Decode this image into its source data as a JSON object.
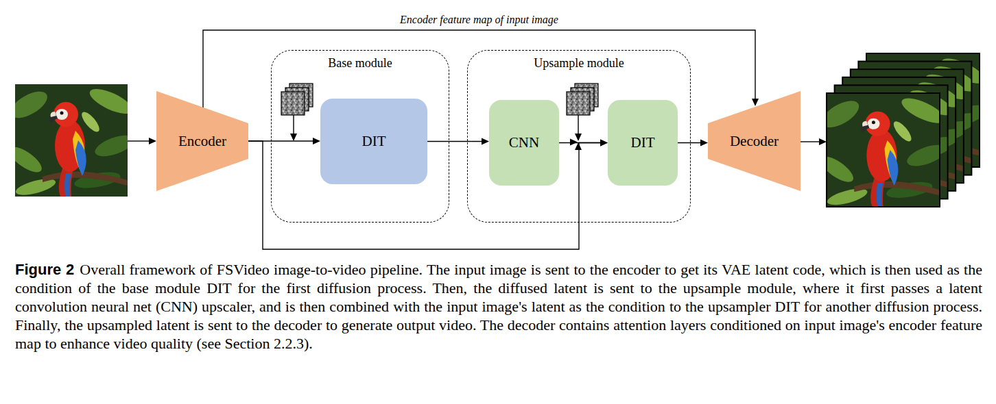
{
  "diagram": {
    "caption": "Overall framework of FSVideo image-to-video pipeline. The input image is sent to the encoder to get its VAE latent code, which is then used as the condition of the base module DIT for the first diffusion process. Then, the diffused latent is sent to the upsample module, where it first passes a latent convolution neural net (CNN) upscaler, and is then combined with the input image's latent as the condition to the upsampler DIT for another diffusion process. Finally, the upsampled latent is sent to the decoder to generate output video. The decoder contains attention layers conditioned on input image's encoder feature map to enhance video quality (see Section 2.2.3).",
    "nodes": [
      {
        "text": [
          "Encoder"
        ]
      },
      {
        "text": [
          "Base module"
        ]
      },
      {
        "text": [
          "DIT"
        ],
        "in": 1
      },
      {
        "text": [
          "Upsample module"
        ]
      },
      {
        "text": [
          "CNN"
        ],
        "in": 3
      },
      {
        "text": [
          "DIT"
        ],
        "in": 3
      },
      {
        "text": [
          "Decoder"
        ]
      }
    ],
    "edges": [
      {
        "from": 0,
        "to": 2,
        "arrow": "to"
      },
      {
        "from": 2,
        "to": 4,
        "arrow": "to"
      },
      {
        "from": 4,
        "to": 5,
        "arrow": "to"
      },
      {
        "from": 0,
        "to": 5,
        "arrow": "to"
      },
      {
        "from": 5,
        "to": 6,
        "arrow": "to"
      },
      {
        "from": 0,
        "to": 6,
        "label": "Encoder feature map of input image",
        "arrow": "to"
      }
    ],
    "labels": [
      "Figure 2"
    ]
  }
}
